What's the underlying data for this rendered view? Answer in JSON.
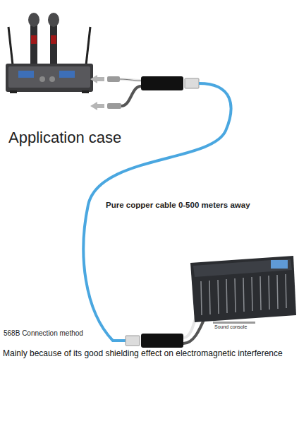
{
  "diagram": {
    "title": "Application case",
    "labels": [
      "Pure copper cable 0-500 meters away",
      "Sound console",
      "568B Connection method"
    ],
    "caption": "Mainly because of its good shielding effect on electromagnetic interference"
  }
}
